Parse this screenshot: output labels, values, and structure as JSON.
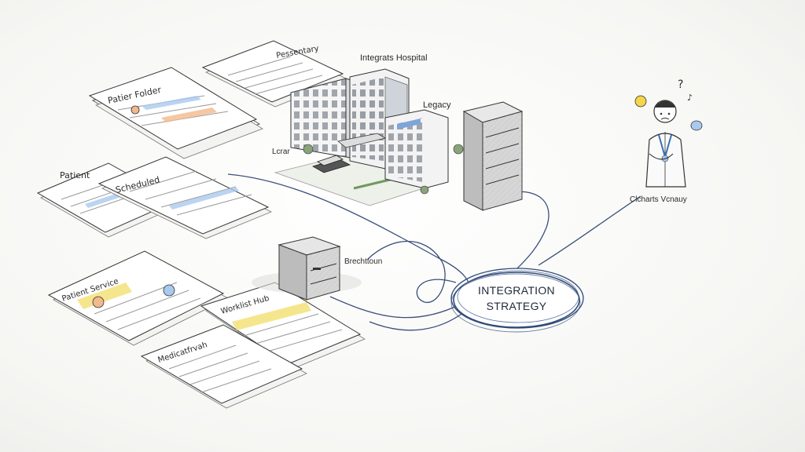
{
  "diagram": {
    "hub": {
      "line1": "INTEGRATION",
      "line2": "STRATEGY"
    },
    "labels": {
      "hospital": "Integrats Hospital",
      "legacy": "Legacy",
      "lcrar": "Lcrar",
      "breakdown": "Brechttoun",
      "clinician": "Clcharts Vcnauy"
    },
    "documents": {
      "patient_folder": "Patier Folder",
      "records_top": "Pessentary",
      "patient": "Patient",
      "schedule": "Scheduled",
      "patient_service": "Patient Service",
      "worklist": "Worklist Hub",
      "medication": "Medicatfrvah"
    },
    "colors": {
      "ink": "#2b2b2b",
      "hub_ring": "#2f4a78",
      "connector": "#3b4f7a",
      "highlight_blue": "#a9c9ef",
      "highlight_orange": "#f2b98c",
      "highlight_yellow": "#f3e27a"
    }
  }
}
